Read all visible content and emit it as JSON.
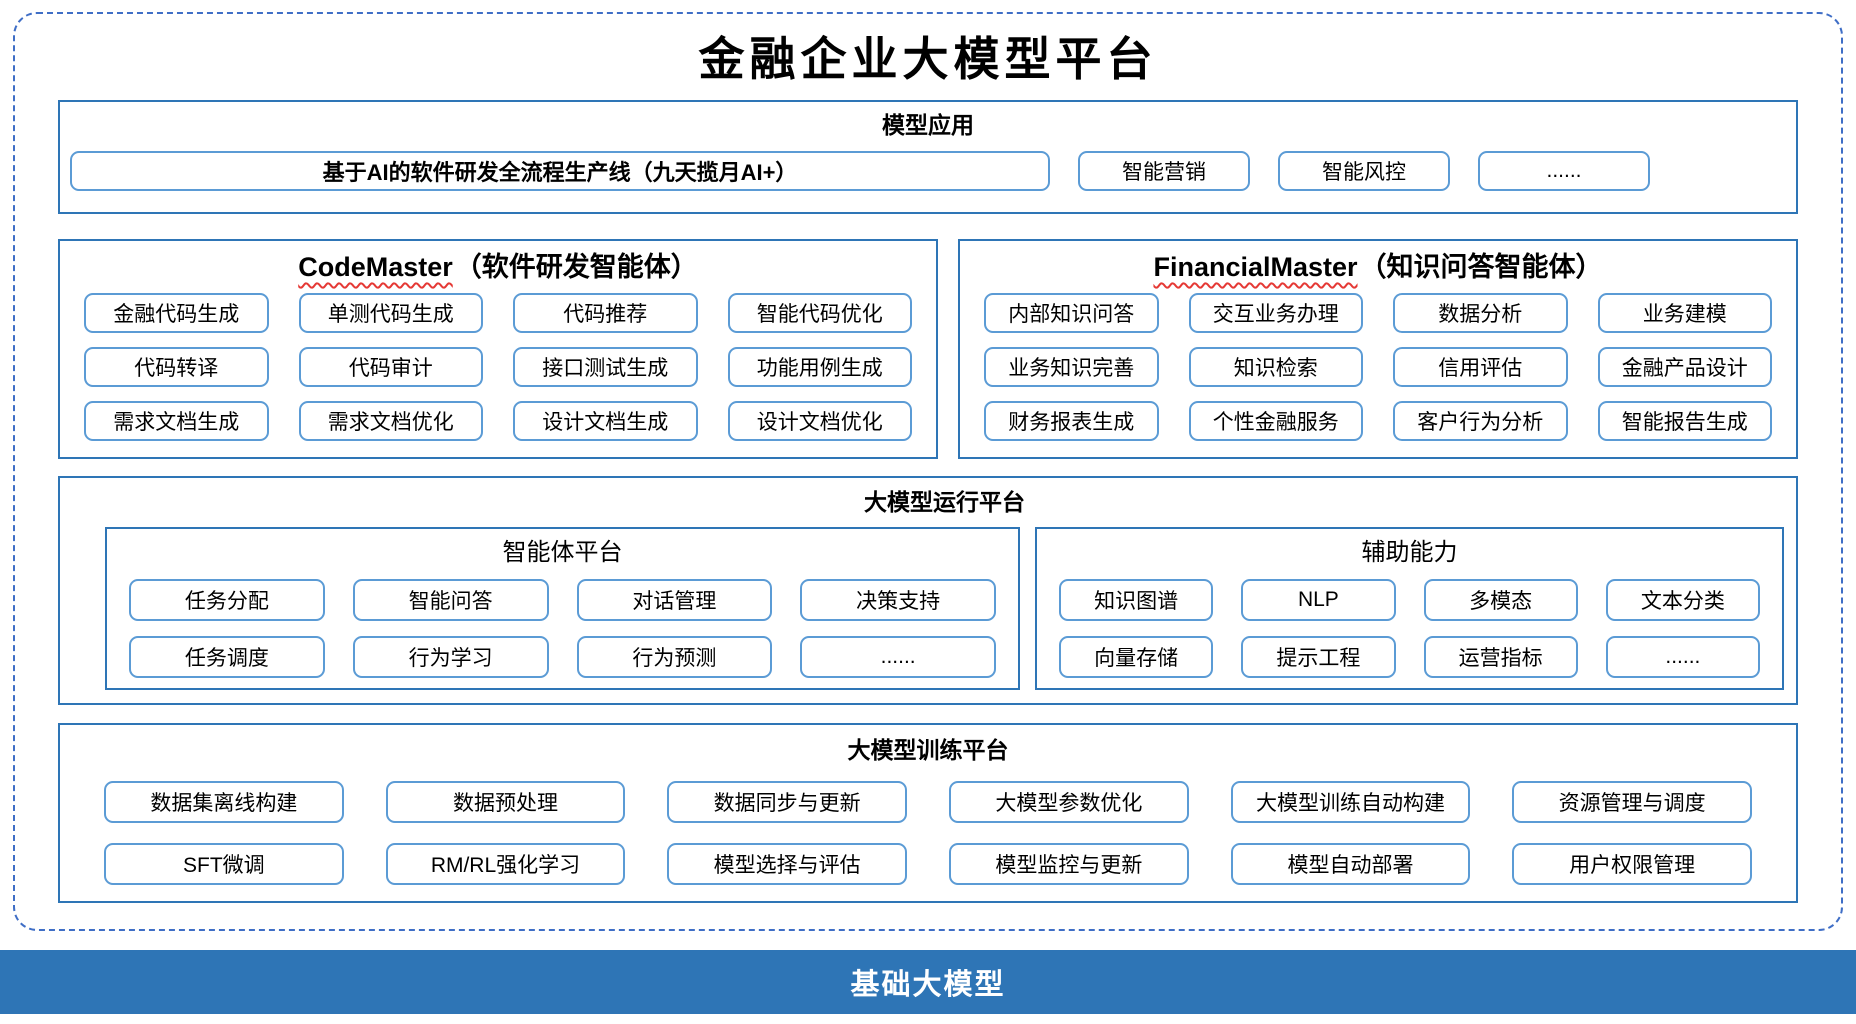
{
  "title": "金融企业大模型平台",
  "colors": {
    "section_border": "#2E75B6",
    "item_border": "#5B9BD5",
    "frame_dash": "#3F6EC6",
    "wavy_underline": "#E53935",
    "base_bar_bg": "#2E75B6",
    "base_bar_text": "#FFFFFF"
  },
  "model_apps": {
    "title": "模型应用",
    "pipeline": "基于AI的软件研发全流程生产线（九天揽月AI+）",
    "items": [
      "智能营销",
      "智能风控",
      "......"
    ]
  },
  "agents": [
    {
      "name_en": "CodeMaster",
      "name_suffix": "（软件研发智能体）",
      "items": [
        "金融代码生成",
        "单测代码生成",
        "代码推荐",
        "智能代码优化",
        "代码转译",
        "代码审计",
        "接口测试生成",
        "功能用例生成",
        "需求文档生成",
        "需求文档优化",
        "设计文档生成",
        "设计文档优化"
      ]
    },
    {
      "name_en": "FinancialMaster",
      "name_suffix": "（知识问答智能体）",
      "items": [
        "内部知识问答",
        "交互业务办理",
        "数据分析",
        "业务建模",
        "业务知识完善",
        "知识检索",
        "信用评估",
        "金融产品设计",
        "财务报表生成",
        "个性金融服务",
        "客户行为分析",
        "智能报告生成"
      ]
    }
  ],
  "runtime": {
    "title": "大模型运行平台",
    "panels": [
      {
        "title": "智能体平台",
        "items": [
          "任务分配",
          "智能问答",
          "对话管理",
          "决策支持",
          "任务调度",
          "行为学习",
          "行为预测",
          "......"
        ]
      },
      {
        "title": "辅助能力",
        "items": [
          "知识图谱",
          "NLP",
          "多模态",
          "文本分类",
          "向量存储",
          "提示工程",
          "运营指标",
          "......"
        ]
      }
    ]
  },
  "training": {
    "title": "大模型训练平台",
    "items": [
      "数据集离线构建",
      "数据预处理",
      "数据同步与更新",
      "大模型参数优化",
      "大模型训练自动构建",
      "资源管理与调度",
      "SFT微调",
      "RM/RL强化学习",
      "模型选择与评估",
      "模型监控与更新",
      "模型自动部署",
      "用户权限管理"
    ]
  },
  "base_model": {
    "title": "基础大模型"
  }
}
